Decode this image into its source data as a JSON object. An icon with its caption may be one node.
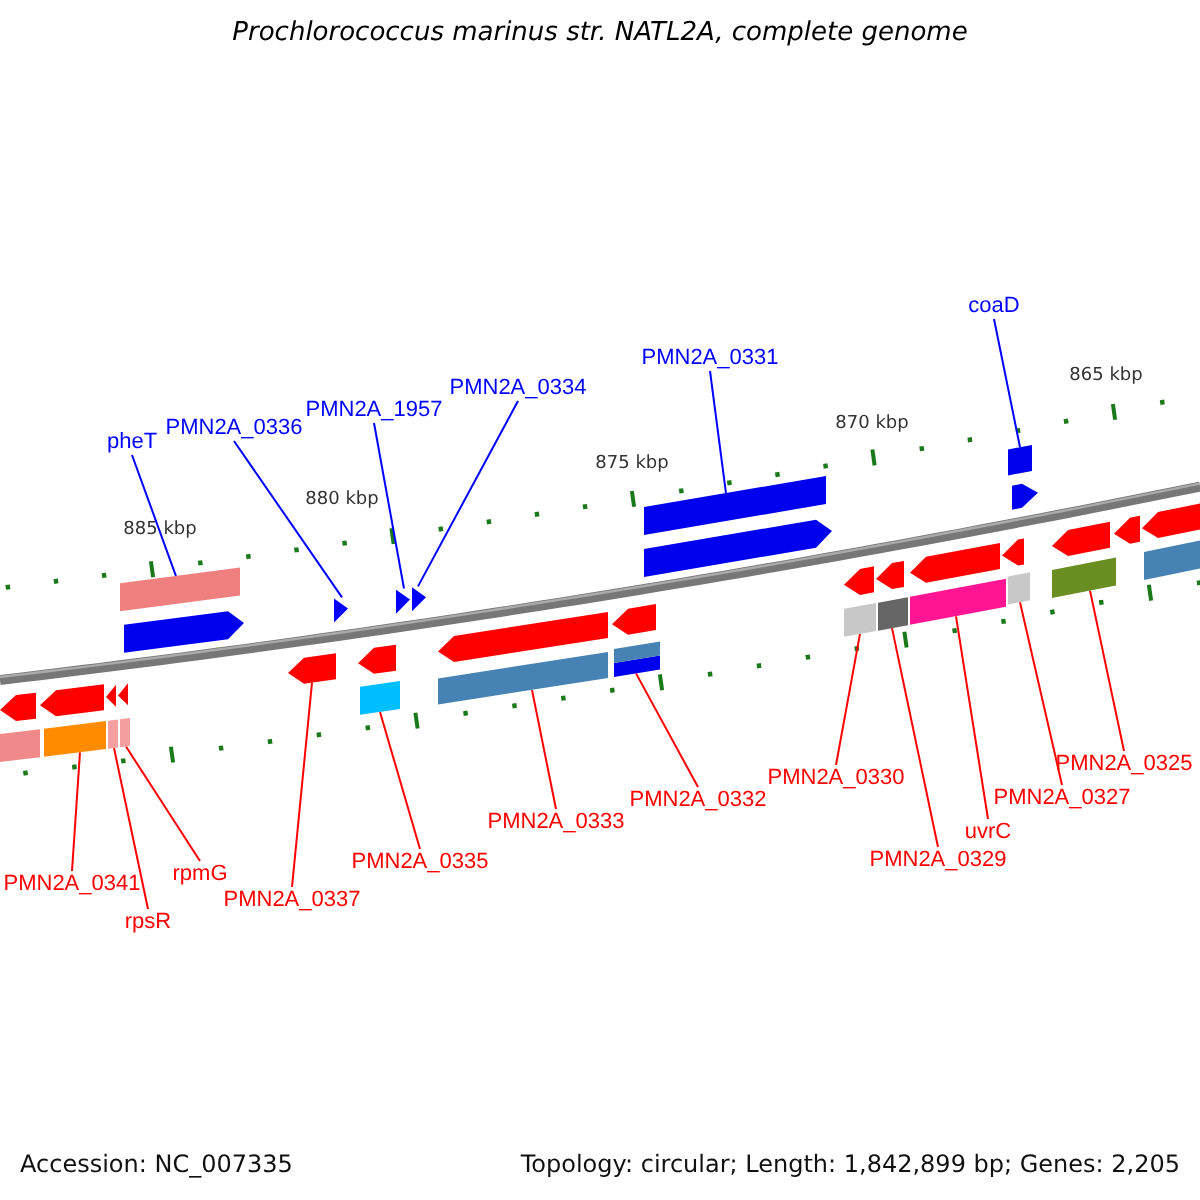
{
  "diagram": {
    "title": "Prochlorococcus marinus str. NATL2A, complete genome",
    "nodes": [
      {
        "text": [
          "pheT"
        ]
      },
      {
        "text": [
          "PMN2A_0336"
        ]
      },
      {
        "text": [
          "PMN2A_1957"
        ]
      },
      {
        "text": [
          "PMN2A_0334"
        ]
      },
      {
        "text": [
          "PMN2A_0331"
        ]
      },
      {
        "text": [
          "coaD"
        ]
      },
      {
        "text": [
          "PMN2A_0341"
        ]
      },
      {
        "text": [
          "rpsR"
        ]
      },
      {
        "text": [
          "rpmG"
        ]
      },
      {
        "text": [
          "PMN2A_0337"
        ]
      },
      {
        "text": [
          "PMN2A_0335"
        ]
      },
      {
        "text": [
          "PMN2A_0333"
        ]
      },
      {
        "text": [
          "PMN2A_0332"
        ]
      },
      {
        "text": [
          "PMN2A_0330"
        ]
      },
      {
        "text": [
          "PMN2A_0329"
        ]
      },
      {
        "text": [
          "uvrC"
        ]
      },
      {
        "text": [
          "PMN2A_0327"
        ]
      },
      {
        "text": [
          "PMN2A_0325"
        ]
      },
      {
        "text": [],
        "shape": "bar"
      },
      {
        "text": [],
        "shape": "arrow"
      },
      {
        "text": [],
        "shape": "arrow"
      },
      {
        "text": [],
        "shape": "arrow"
      },
      {
        "text": [],
        "shape": "bar"
      },
      {
        "text": [],
        "shape": "bar"
      },
      {
        "text": [],
        "shape": "bar"
      },
      {
        "text": [],
        "shape": "bar"
      },
      {
        "text": [],
        "shape": "bar"
      },
      {
        "text": [],
        "shape": "arrow"
      },
      {
        "text": [],
        "shape": "bar"
      },
      {
        "text": [],
        "shape": "bar"
      },
      {
        "text": [],
        "shape": "bar"
      },
      {
        "text": [],
        "shape": "bar"
      },
      {
        "text": [],
        "shape": "bar"
      },
      {
        "text": [],
        "shape": "bar"
      },
      {
        "text": [],
        "shape": "bar"
      },
      {
        "text": [],
        "shape": "bar"
      },
      {
        "text": [],
        "shape": "arrow"
      },
      {
        "text": [],
        "shape": "arrow"
      },
      {
        "text": [],
        "shape": "arrow"
      },
      {
        "text": [],
        "shape": "arrow"
      },
      {
        "text": [],
        "shape": "arrow"
      },
      {
        "text": [],
        "shape": "arrow"
      },
      {
        "text": [],
        "shape": "arrow"
      },
      {
        "text": [],
        "shape": "arrow"
      },
      {
        "text": [],
        "shape": "arrow"
      },
      {
        "text": [],
        "shape": "arrow"
      },
      {
        "text": [],
        "shape": "arrow"
      },
      {
        "text": [],
        "shape": "arrow"
      },
      {
        "text": [],
        "shape": "arrow"
      },
      {
        "text": [],
        "shape": "arrow"
      },
      {
        "text": [],
        "shape": "arrow"
      },
      {
        "text": [],
        "shape": "arrow"
      },
      {
        "text": [],
        "shape": "arrow"
      },
      {
        "text": [],
        "shape": "bar"
      },
      {
        "text": [],
        "shape": "bar"
      },
      {
        "text": [],
        "shape": "bar"
      }
    ],
    "edges": [
      {
        "from": 0,
        "to": 18,
        "arrow": "none",
        "color": "#0000ff"
      },
      {
        "from": 1,
        "to": 19,
        "arrow": "none",
        "color": "#0000ff"
      },
      {
        "from": 2,
        "to": 20,
        "arrow": "none",
        "color": "#0000ff"
      },
      {
        "from": 3,
        "to": 21,
        "arrow": "none",
        "color": "#0000ff"
      },
      {
        "from": 4,
        "to": 22,
        "arrow": "none",
        "color": "#0000ff"
      },
      {
        "from": 5,
        "to": 23,
        "arrow": "none",
        "color": "#0000ff"
      },
      {
        "from": 6,
        "to": 24,
        "arrow": "none"
      },
      {
        "from": 7,
        "to": 25,
        "arrow": "none"
      },
      {
        "from": 8,
        "to": 26,
        "arrow": "none"
      },
      {
        "from": 9,
        "to": 27,
        "arrow": "none"
      },
      {
        "from": 10,
        "to": 28,
        "arrow": "none"
      },
      {
        "from": 11,
        "to": 29,
        "arrow": "none"
      },
      {
        "from": 12,
        "to": 30,
        "arrow": "none"
      },
      {
        "from": 13,
        "to": 31,
        "arrow": "none"
      },
      {
        "from": 14,
        "to": 32,
        "arrow": "none"
      },
      {
        "from": 15,
        "to": 33,
        "arrow": "none"
      },
      {
        "from": 16,
        "to": 34,
        "arrow": "none"
      },
      {
        "from": 17,
        "to": 35,
        "arrow": "none"
      }
    ],
    "labels": [
      "885 kbp",
      "880 kbp",
      "875 kbp",
      "870 kbp",
      "865 kbp",
      "Accession: NC_007335",
      "Topology: circular; Length: 1,842,899 bp; Genes: 2,205"
    ]
  }
}
